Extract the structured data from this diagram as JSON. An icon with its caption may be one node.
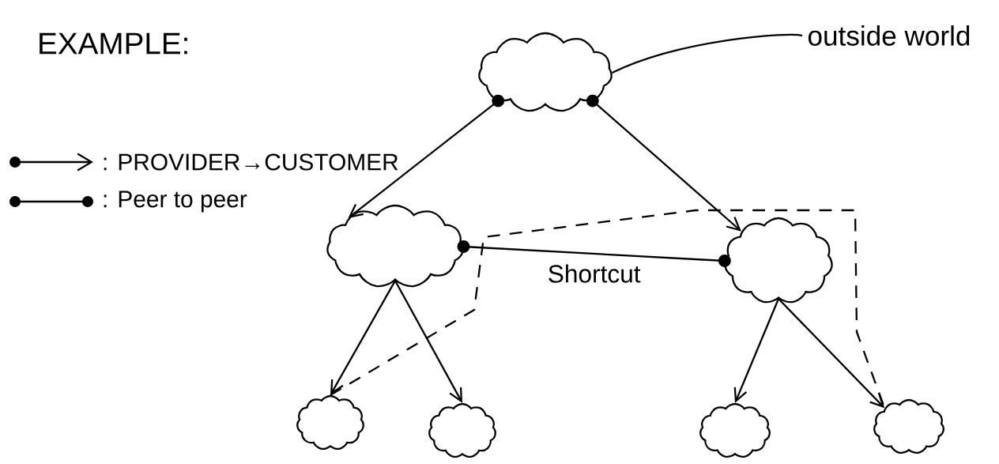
{
  "diagram": {
    "title": "EXAMPLE:",
    "nodes": [
      {
        "text": [],
        "shape": "cloud"
      },
      {
        "text": [
          "outside world"
        ]
      },
      {
        "text": [],
        "shape": "cloud"
      },
      {
        "text": [],
        "shape": "cloud"
      },
      {
        "text": [],
        "shape": "cloud"
      },
      {
        "text": [],
        "shape": "cloud"
      },
      {
        "text": [],
        "shape": "cloud"
      },
      {
        "text": [],
        "shape": "cloud"
      }
    ],
    "edges": [
      {
        "from": 1,
        "to": 0,
        "arrow": "none"
      },
      {
        "from": 0,
        "to": 2,
        "arrow": "to"
      },
      {
        "from": 0,
        "to": 3,
        "arrow": "to"
      },
      {
        "from": 2,
        "to": 3,
        "arrow": "other",
        "label": "Shortcut"
      },
      {
        "from": 2,
        "to": 4,
        "arrow": "to"
      },
      {
        "from": 2,
        "to": 5,
        "arrow": "to"
      },
      {
        "from": 3,
        "to": 6,
        "arrow": "to"
      },
      {
        "from": 3,
        "to": 7,
        "arrow": "to"
      },
      {
        "from": 4,
        "to": 7,
        "arrow": "none",
        "style": "dashed"
      }
    ],
    "legend": [
      {
        "text": ": PROVIDER→CUSTOMER"
      },
      {
        "text": ": Peer to peer"
      }
    ]
  }
}
